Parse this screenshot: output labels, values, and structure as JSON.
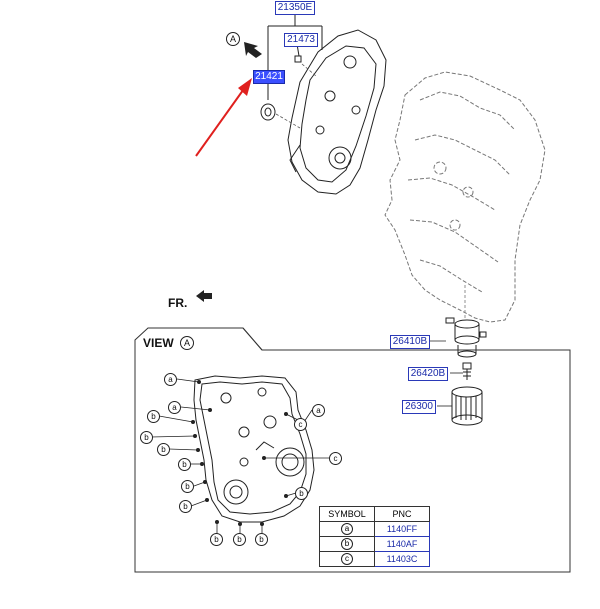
{
  "parts": {
    "p21350E": "21350E",
    "p21473": "21473",
    "p21421": "21421",
    "p26410B": "26410B",
    "p26420B": "26420B",
    "p26300": "26300"
  },
  "labels": {
    "view_a_marker": "A",
    "front": "FR.",
    "view": "VIEW",
    "view_circle": "A"
  },
  "callouts": {
    "a": "a",
    "b": "b",
    "c": "c"
  },
  "symbol_table": {
    "headers": [
      "SYMBOL",
      "PNC"
    ],
    "rows": [
      {
        "symbol": "a",
        "pnc": "1140FF"
      },
      {
        "symbol": "b",
        "pnc": "1140AF"
      },
      {
        "symbol": "c",
        "pnc": "11403C"
      }
    ]
  },
  "colors": {
    "pnc_border": "#2a39b8",
    "pnc_highlight": "#3b4fff",
    "pointer_arrow": "#e0201e"
  }
}
